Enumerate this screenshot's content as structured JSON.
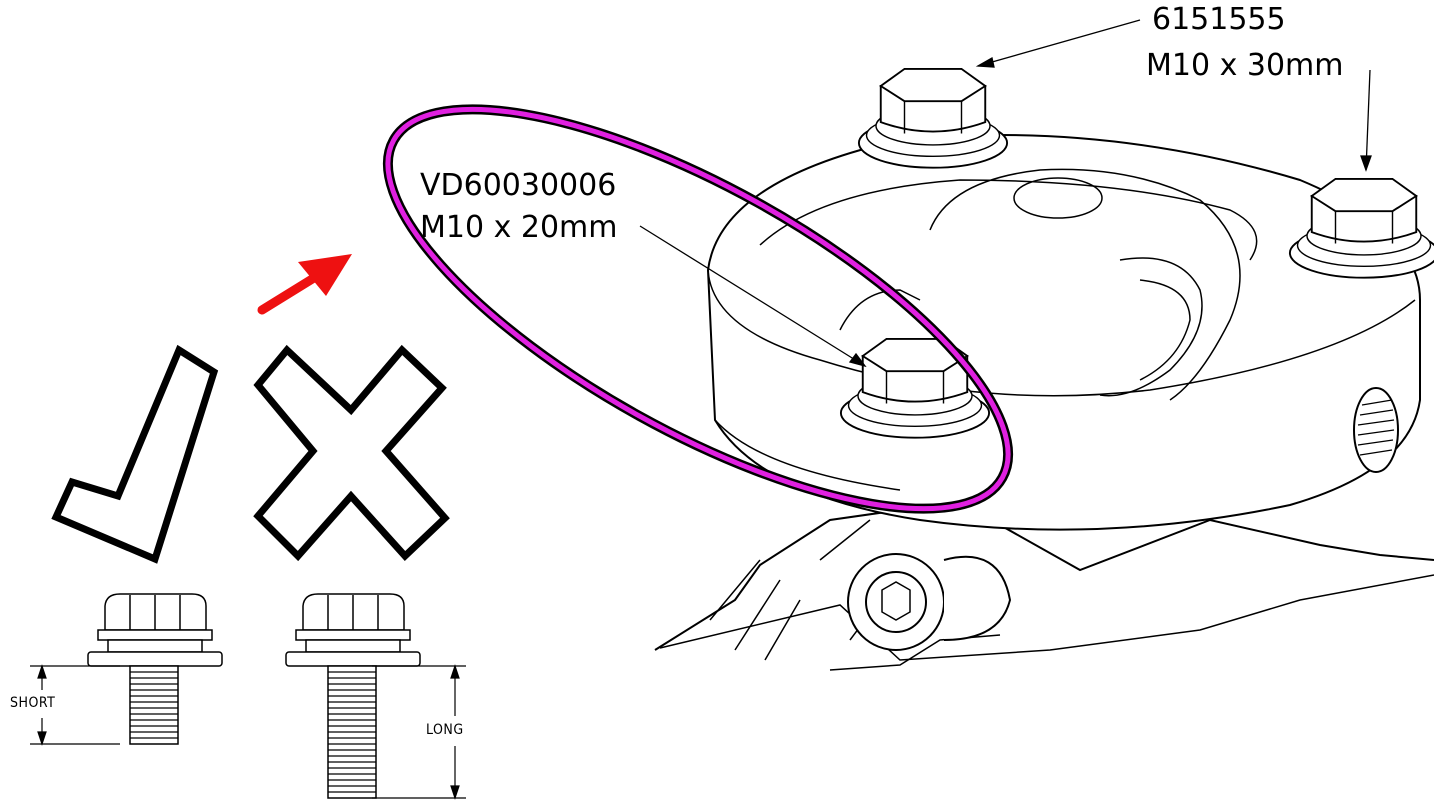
{
  "callouts": {
    "bolt_long": {
      "part_number": "6151555",
      "size": "M10 x 30mm"
    },
    "bolt_short": {
      "part_number": "VD60030006",
      "size": "M10 x 20mm"
    }
  },
  "comparison": {
    "correct": {
      "symbol": "check-mark",
      "dimension_label": "SHORT"
    },
    "incorrect": {
      "symbol": "x-mark",
      "dimension_label": "LONG"
    }
  },
  "colors": {
    "highlight_ellipse": "#e020e0",
    "attention_arrow": "#ee1111",
    "line_art": "#000000"
  }
}
